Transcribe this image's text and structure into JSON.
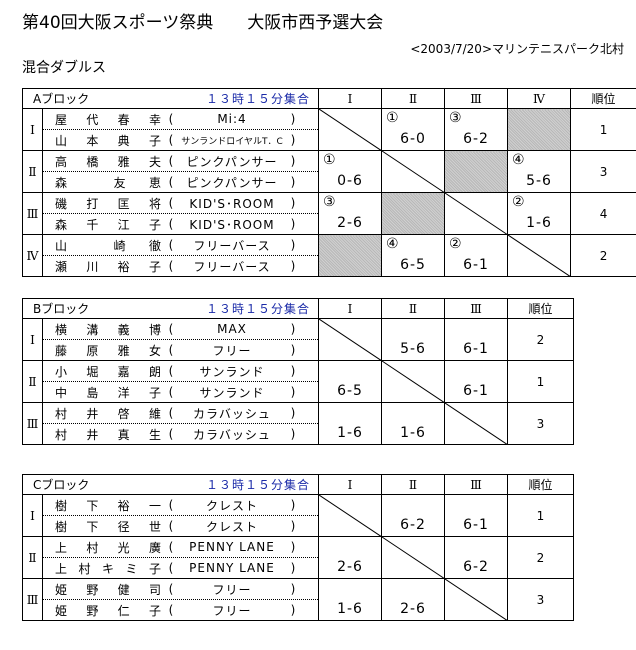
{
  "header": {
    "title": "第40回大阪スポーツ祭典　　大阪市西予選大会",
    "venue": "<2003/7/20>マリンテニスパーク北村",
    "event": "混合ダブルス"
  },
  "blocks": [
    {
      "name": "Aブロック",
      "gather": "１３時１５分集合",
      "cols": [
        "Ⅰ",
        "Ⅱ",
        "Ⅲ",
        "Ⅳ"
      ],
      "rank_label": "順位",
      "teams": [
        {
          "roman": "Ⅰ",
          "players": [
            {
              "name": [
                "屋",
                "代",
                "春",
                "幸"
              ],
              "club": "Mi:4"
            },
            {
              "name": [
                "山",
                "本",
                "典",
                "子"
              ],
              "club": "サンランドロイヤルT．C"
            }
          ],
          "cells": [
            {
              "mark": "",
              "score": ""
            },
            {
              "mark": "①",
              "score": "6-0"
            },
            {
              "mark": "③",
              "score": "6-2"
            },
            {
              "mark": "",
              "score": ""
            }
          ],
          "rank": "1"
        },
        {
          "roman": "Ⅱ",
          "players": [
            {
              "name": [
                "高",
                "橋",
                "雅",
                "夫"
              ],
              "club": "ピンクパンサー"
            },
            {
              "name": [
                "森",
                "",
                "友",
                "恵"
              ],
              "club": "ピンクパンサー"
            }
          ],
          "cells": [
            {
              "mark": "①",
              "score": "0-6"
            },
            {
              "mark": "",
              "score": ""
            },
            {
              "mark": "",
              "score": ""
            },
            {
              "mark": "④",
              "score": "5-6"
            }
          ],
          "rank": "3"
        },
        {
          "roman": "Ⅲ",
          "players": [
            {
              "name": [
                "磯",
                "打",
                "匡",
                "将"
              ],
              "club": "KID'S･ROOM"
            },
            {
              "name": [
                "森",
                "千",
                "江",
                "子"
              ],
              "club": "KID'S･ROOM"
            }
          ],
          "cells": [
            {
              "mark": "③",
              "score": "2-6"
            },
            {
              "mark": "",
              "score": ""
            },
            {
              "mark": "",
              "score": ""
            },
            {
              "mark": "②",
              "score": "1-6"
            }
          ],
          "rank": "4"
        },
        {
          "roman": "Ⅳ",
          "players": [
            {
              "name": [
                "山",
                "",
                "崎",
                "徹"
              ],
              "club": "フリーバース"
            },
            {
              "name": [
                "瀬",
                "川",
                "裕",
                "子"
              ],
              "club": "フリーバース"
            }
          ],
          "cells": [
            {
              "mark": "",
              "score": ""
            },
            {
              "mark": "④",
              "score": "6-5"
            },
            {
              "mark": "②",
              "score": "6-1"
            },
            {
              "mark": "",
              "score": ""
            }
          ],
          "rank": "2"
        }
      ]
    },
    {
      "name": "Bブロック",
      "gather": "１３時１５分集合",
      "cols": [
        "Ⅰ",
        "Ⅱ",
        "Ⅲ"
      ],
      "rank_label": "順位",
      "teams": [
        {
          "roman": "Ⅰ",
          "players": [
            {
              "name": [
                "横",
                "溝",
                "義",
                "博"
              ],
              "club": "MAX"
            },
            {
              "name": [
                "藤",
                "原",
                "雅",
                "女"
              ],
              "club": "フリー"
            }
          ],
          "cells": [
            {
              "mark": "",
              "score": ""
            },
            {
              "mark": "",
              "score": "5-6"
            },
            {
              "mark": "",
              "score": "6-1"
            }
          ],
          "rank": "2"
        },
        {
          "roman": "Ⅱ",
          "players": [
            {
              "name": [
                "小",
                "堀",
                "嘉",
                "朗"
              ],
              "club": "サンランド"
            },
            {
              "name": [
                "中",
                "島",
                "洋",
                "子"
              ],
              "club": "サンランド"
            }
          ],
          "cells": [
            {
              "mark": "",
              "score": "6-5"
            },
            {
              "mark": "",
              "score": ""
            },
            {
              "mark": "",
              "score": "6-1"
            }
          ],
          "rank": "1"
        },
        {
          "roman": "Ⅲ",
          "players": [
            {
              "name": [
                "村",
                "井",
                "啓",
                "維"
              ],
              "club": "カラバッシュ"
            },
            {
              "name": [
                "村",
                "井",
                "真",
                "生"
              ],
              "club": "カラバッシュ"
            }
          ],
          "cells": [
            {
              "mark": "",
              "score": "1-6"
            },
            {
              "mark": "",
              "score": "1-6"
            },
            {
              "mark": "",
              "score": ""
            }
          ],
          "rank": "3"
        }
      ]
    },
    {
      "name": "Cブロック",
      "gather": "１３時１５分集合",
      "cols": [
        "Ⅰ",
        "Ⅱ",
        "Ⅲ"
      ],
      "rank_label": "順位",
      "teams": [
        {
          "roman": "Ⅰ",
          "players": [
            {
              "name": [
                "樹",
                "下",
                "裕",
                "一"
              ],
              "club": "クレスト"
            },
            {
              "name": [
                "樹",
                "下",
                "径",
                "世"
              ],
              "club": "クレスト"
            }
          ],
          "cells": [
            {
              "mark": "",
              "score": ""
            },
            {
              "mark": "",
              "score": "6-2"
            },
            {
              "mark": "",
              "score": "6-1"
            }
          ],
          "rank": "1"
        },
        {
          "roman": "Ⅱ",
          "players": [
            {
              "name": [
                "上",
                "村",
                "光",
                "廣"
              ],
              "club": "PENNY LANE"
            },
            {
              "name": [
                "上",
                "村",
                "キ",
                "ミ",
                "子"
              ],
              "club": "PENNY LANE"
            }
          ],
          "cells": [
            {
              "mark": "",
              "score": "2-6"
            },
            {
              "mark": "",
              "score": ""
            },
            {
              "mark": "",
              "score": "6-2"
            }
          ],
          "rank": "2"
        },
        {
          "roman": "Ⅲ",
          "players": [
            {
              "name": [
                "姫",
                "野",
                "健",
                "司"
              ],
              "club": "フリー"
            },
            {
              "name": [
                "姫",
                "野",
                "仁",
                "子"
              ],
              "club": "フリー"
            }
          ],
          "cells": [
            {
              "mark": "",
              "score": "1-6"
            },
            {
              "mark": "",
              "score": "2-6"
            },
            {
              "mark": "",
              "score": ""
            }
          ],
          "rank": "3"
        }
      ]
    }
  ]
}
